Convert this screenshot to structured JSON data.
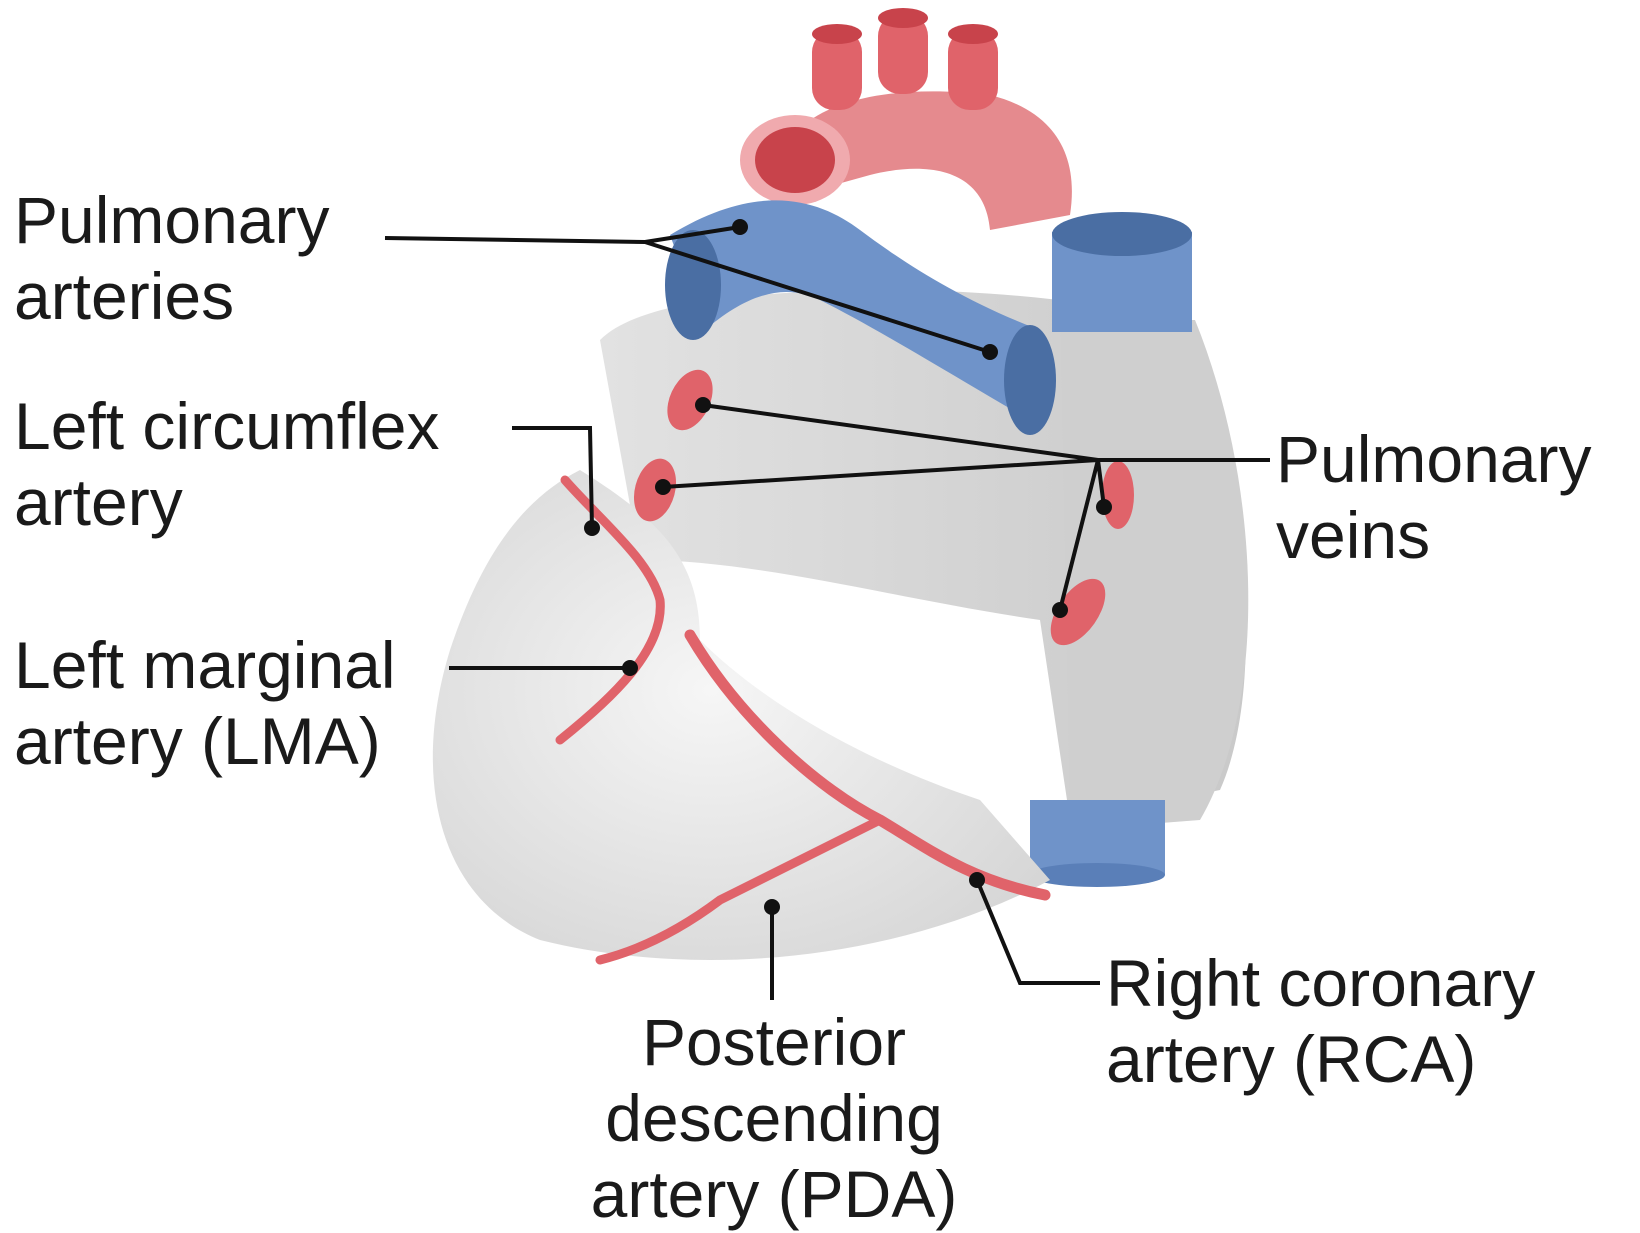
{
  "colors": {
    "artery_red": "#e0636a",
    "artery_dark": "#c8434b",
    "vein_blue": "#6f93c9",
    "vein_dark": "#4a6ea3",
    "heart_gray": "#dcdcdc",
    "heart_light": "#efefef",
    "leader_line": "#111111"
  },
  "labels": {
    "pulmonary_arteries": {
      "line1": "Pulmonary",
      "line2": "arteries"
    },
    "left_circumflex": {
      "line1": "Left circumflex",
      "line2": "artery"
    },
    "left_marginal": {
      "line1": "Left marginal",
      "line2": "artery (LMA)"
    },
    "pulmonary_veins": {
      "line1": "Pulmonary",
      "line2": "veins"
    },
    "pda": {
      "line1": "Posterior",
      "line2": "descending",
      "line3": "artery (PDA)"
    },
    "rca": {
      "line1": "Right coronary",
      "line2": "artery (RCA)"
    }
  }
}
